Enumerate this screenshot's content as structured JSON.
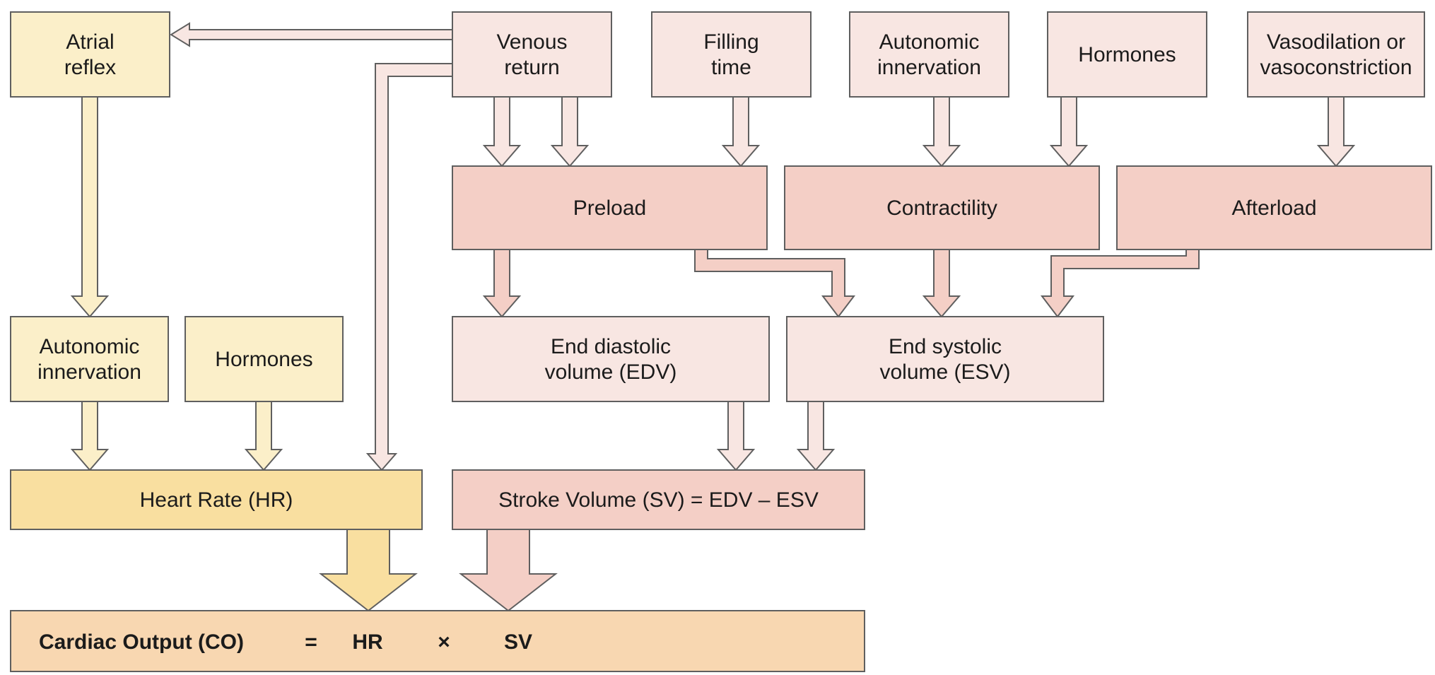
{
  "colors": {
    "hr_source": "#FBEFC9",
    "heart_rate": "#F9DFA0",
    "sv_source": "#F8E6E2",
    "sv_factor": "#F4CFC6",
    "stroke_volume": "#F4CFC6",
    "cardiac_output": "#F8D7B1",
    "outline": "#5F5F5F"
  },
  "boxes": {
    "atrial_reflex": [
      "Atrial",
      "reflex"
    ],
    "venous_return": [
      "Venous",
      "return"
    ],
    "filling_time": [
      "Filling",
      "time"
    ],
    "autonomic_top": [
      "Autonomic",
      "innervation"
    ],
    "hormones_top": [
      "Hormones"
    ],
    "vaso": [
      "Vasodilation or",
      "vasoconstriction"
    ],
    "preload": [
      "Preload"
    ],
    "contractility": [
      "Contractility"
    ],
    "afterload": [
      "Afterload"
    ],
    "autonomic_left": [
      "Autonomic",
      "innervation"
    ],
    "hormones_left": [
      "Hormones"
    ],
    "edv": [
      "End diastolic",
      "volume (EDV)"
    ],
    "esv": [
      "End systolic",
      "volume (ESV)"
    ],
    "heart_rate": [
      "Heart Rate (HR)"
    ],
    "stroke_volume": [
      "Stroke Volume (SV) = EDV – ESV"
    ]
  },
  "cardiac_output": {
    "label": "Cardiac Output (CO)",
    "equals": "=",
    "hr": "HR",
    "times": "×",
    "sv": "SV"
  }
}
